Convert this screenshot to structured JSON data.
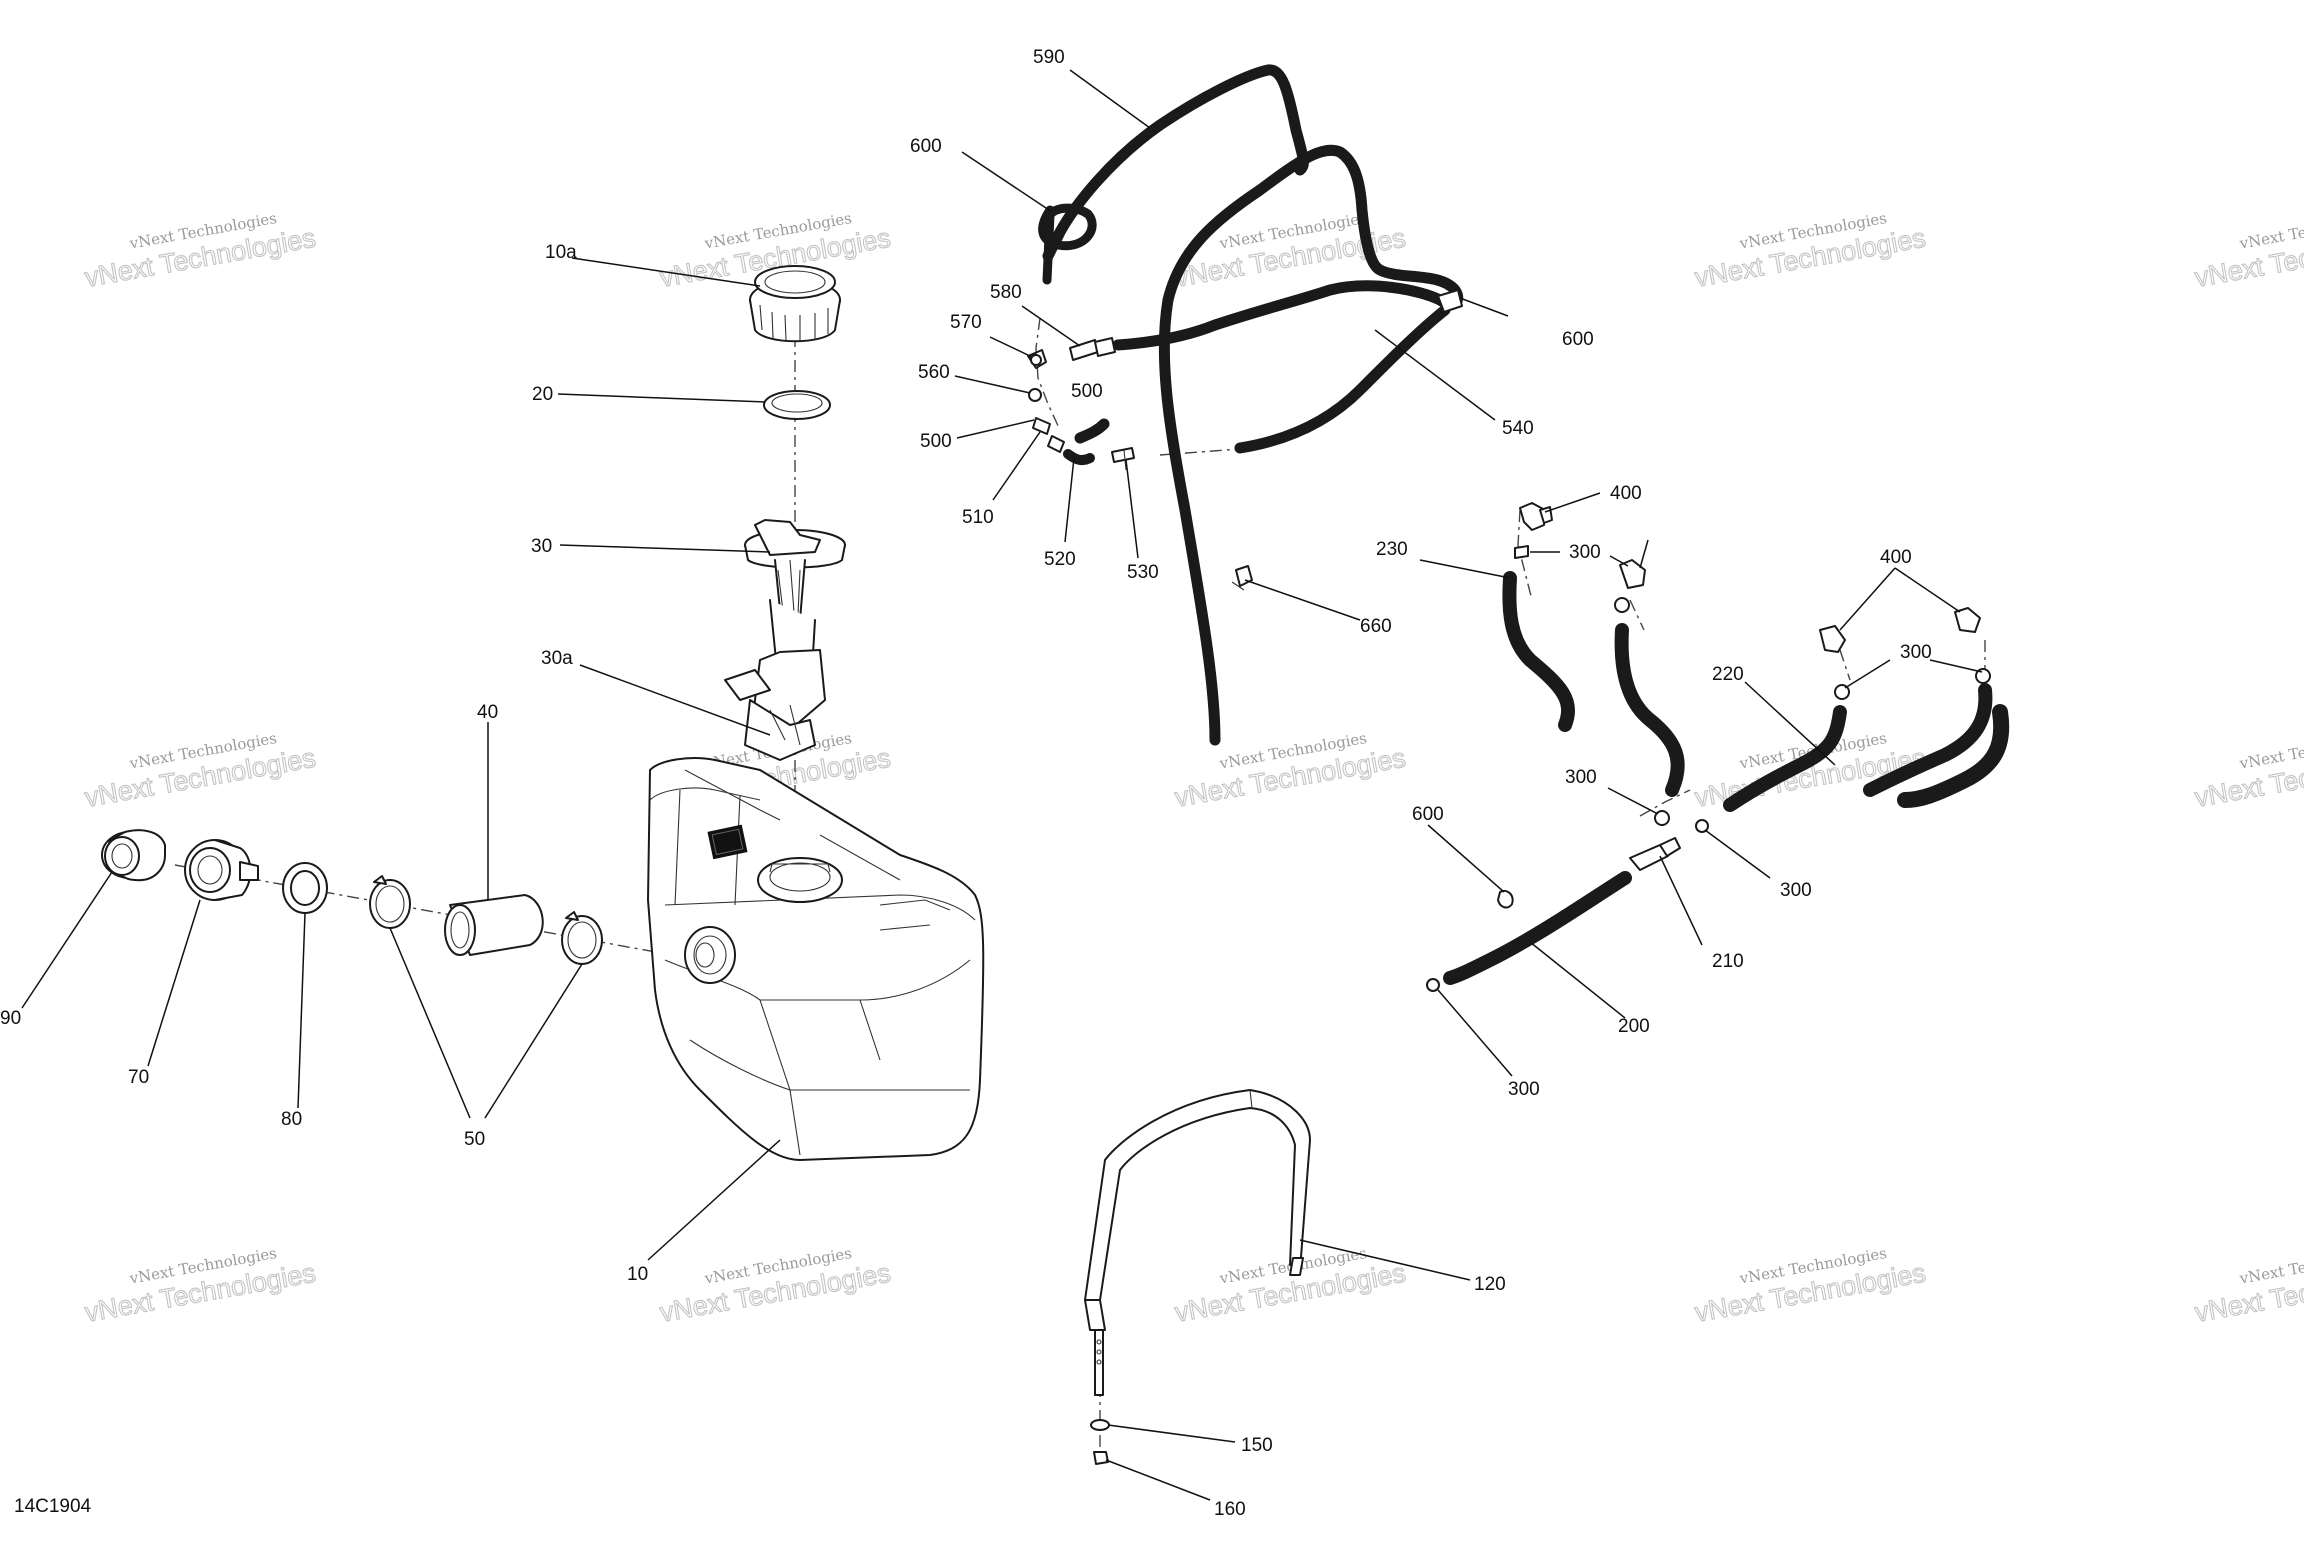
{
  "diagram_code": "14C1904",
  "watermark": {
    "line1": "vNext Technologies",
    "line2": "vNext Technologies"
  },
  "callouts": {
    "c590": "590",
    "c600a": "600",
    "c600b": "600",
    "c600c": "600",
    "c10a": "10a",
    "c20": "20",
    "c30": "30",
    "c30a": "30a",
    "c580": "580",
    "c570": "570",
    "c560": "560",
    "c500a": "500",
    "c500b": "500",
    "c510": "510",
    "c520": "520",
    "c530": "530",
    "c540": "540",
    "c660": "660",
    "c400a": "400",
    "c400b": "400",
    "c230": "230",
    "c300a": "300",
    "c300b": "300",
    "c300c": "300",
    "c300d": "300",
    "c300e": "300",
    "c220": "220",
    "c210": "210",
    "c200": "200",
    "c40": "40",
    "c90": "90",
    "c70": "70",
    "c80": "80",
    "c50": "50",
    "c10": "10",
    "c120": "120",
    "c150": "150",
    "c160": "160"
  }
}
